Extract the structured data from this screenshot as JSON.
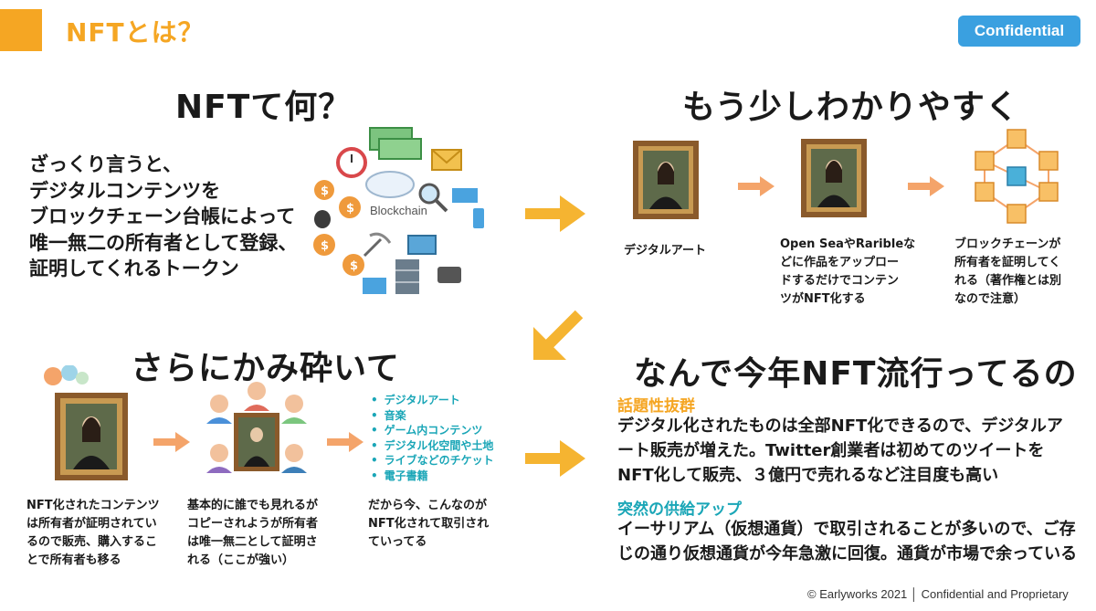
{
  "header": {
    "title": "NFTとは？",
    "badge": "Confidential"
  },
  "q1": {
    "heading": "NFTて何？",
    "lines": [
      "ざっくり言うと、",
      "デジタルコンテンツを",
      "ブロックチェーン台帳によって",
      "唯一無二の所有者として登録、",
      "証明してくれるトークン"
    ],
    "illustration_label": "Blockchain"
  },
  "q2": {
    "heading": "もう少しわかりやすく",
    "step1": [
      "デジタルアート"
    ],
    "step2": [
      "Open SeaやRaribleな",
      "どに作品をアップロー",
      "ドするだけでコンテン",
      "ツがNFT化する"
    ],
    "step3": [
      "ブロックチェーンが",
      "所有者を証明してく",
      "れる（著作権とは別",
      "なので注意）"
    ]
  },
  "q3": {
    "heading": "さらにかみ砕いて",
    "bullets": [
      "デジタルアート",
      "音楽",
      "ゲーム内コンテンツ",
      "デジタル化空間や土地",
      "ライブなどのチケット",
      "電子書籍"
    ],
    "cap1": [
      "NFT化されたコンテンツ",
      "は所有者が証明されてい",
      "るので販売、購入するこ",
      "とで所有者も移る"
    ],
    "cap2": [
      "基本的に誰でも見れるが",
      "コピーされようが所有者",
      "は唯一無二として証明さ",
      "れる（ここが強い）"
    ],
    "cap3": [
      "だから今、こんなのが",
      "NFT化されて取引され",
      "ていってる"
    ]
  },
  "q4": {
    "heading": "なんで今年NFT流行ってるの",
    "sub1": "話題性抜群",
    "body1": [
      "デジタル化されたものは全部NFT化できるので、デジタルア",
      "ート販売が増えた。Twitter創業者は初めてのツイートを",
      "NFT化して販売、３億円で売れるなど注目度も高い"
    ],
    "sub2": "突然の供給アップ",
    "body2": [
      "イーサリアム（仮想通貨）で取引されることが多いので、ご存",
      "じの通り仮想通貨が今年急激に回復。通貨が市場で余っている"
    ]
  },
  "footer": "© Earlyworks 2021 │ Confidential and Proprietary",
  "colors": {
    "accent": "#f5a623",
    "badge": "#3aa0e0",
    "teal": "#1aa6b7",
    "arrow": "#f5b431",
    "small_arrow": "#f4a46a"
  }
}
